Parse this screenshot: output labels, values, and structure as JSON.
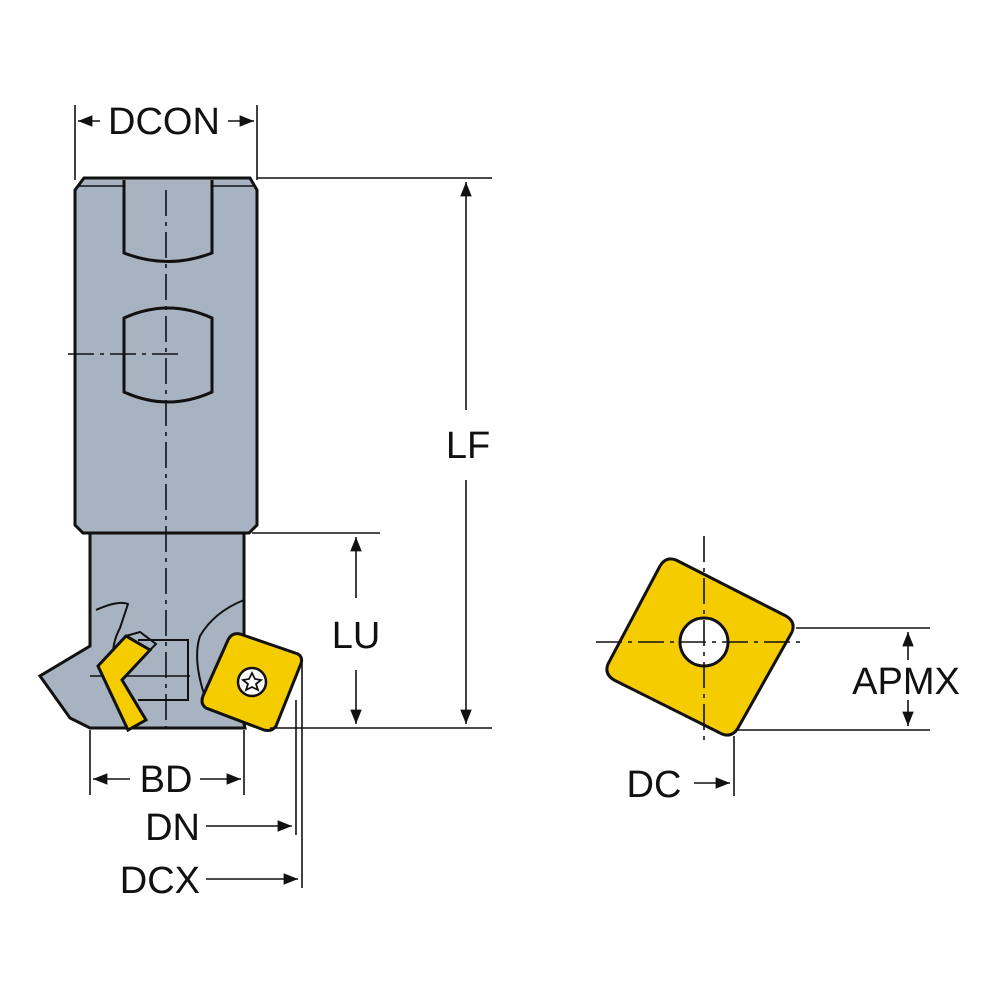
{
  "labels": {
    "dcon": "DCON",
    "lf": "LF",
    "lu": "LU",
    "bd": "BD",
    "dn": "DN",
    "dcx": "DCX",
    "apmx": "APMX",
    "dc": "DC"
  },
  "colors": {
    "body": "#a7b3c0",
    "insert": "#f5cc00",
    "outline": "#111111",
    "background": "#ffffff"
  }
}
